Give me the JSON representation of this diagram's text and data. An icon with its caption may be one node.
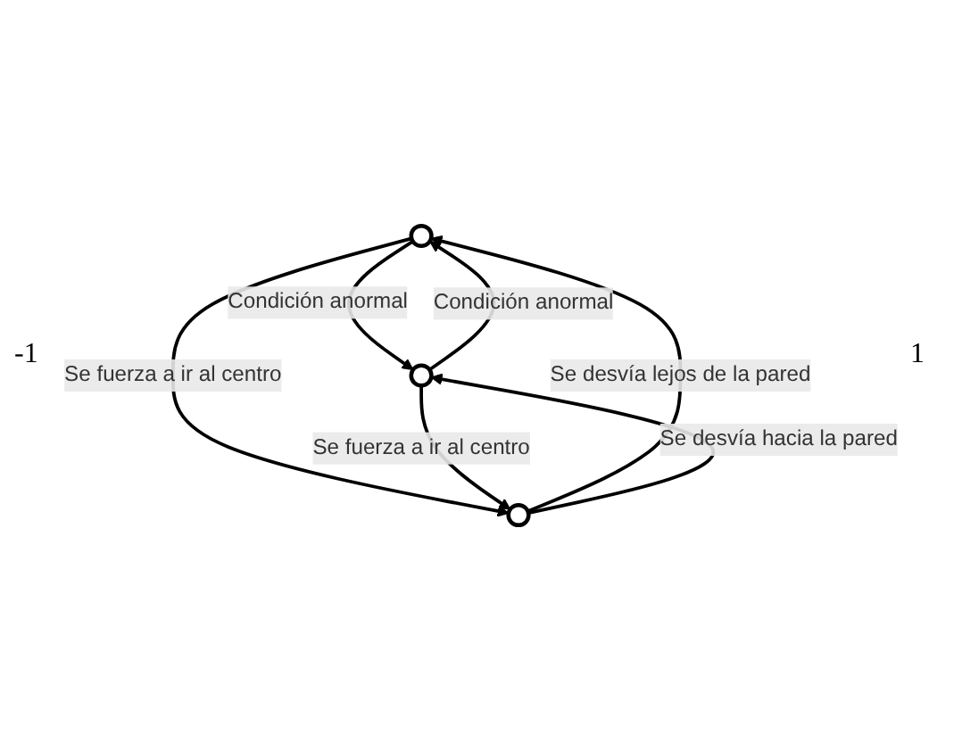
{
  "diagram": {
    "nodes": [
      {
        "text": [],
        "shape": "circle"
      },
      {
        "text": [],
        "shape": "circle"
      },
      {
        "text": [],
        "shape": "circle"
      }
    ],
    "edges": [
      {
        "from": 1,
        "to": 0,
        "arrow": "to",
        "label": "Condición anormal"
      },
      {
        "from": 0,
        "to": 1,
        "arrow": "to",
        "label": "Condición anormal"
      },
      {
        "from": 0,
        "to": 2,
        "arrow": "to",
        "label": "Se fuerza a ir al centro"
      },
      {
        "from": 2,
        "to": 0,
        "arrow": "to",
        "label": "Se desvía lejos de la pared"
      },
      {
        "from": 2,
        "to": 1,
        "arrow": "to",
        "label": "Se desvía hacia la pared"
      },
      {
        "from": 1,
        "to": 2,
        "arrow": "to",
        "label": "Se fuerza a ir al centro"
      }
    ],
    "labels": [
      "-1",
      "1"
    ]
  }
}
